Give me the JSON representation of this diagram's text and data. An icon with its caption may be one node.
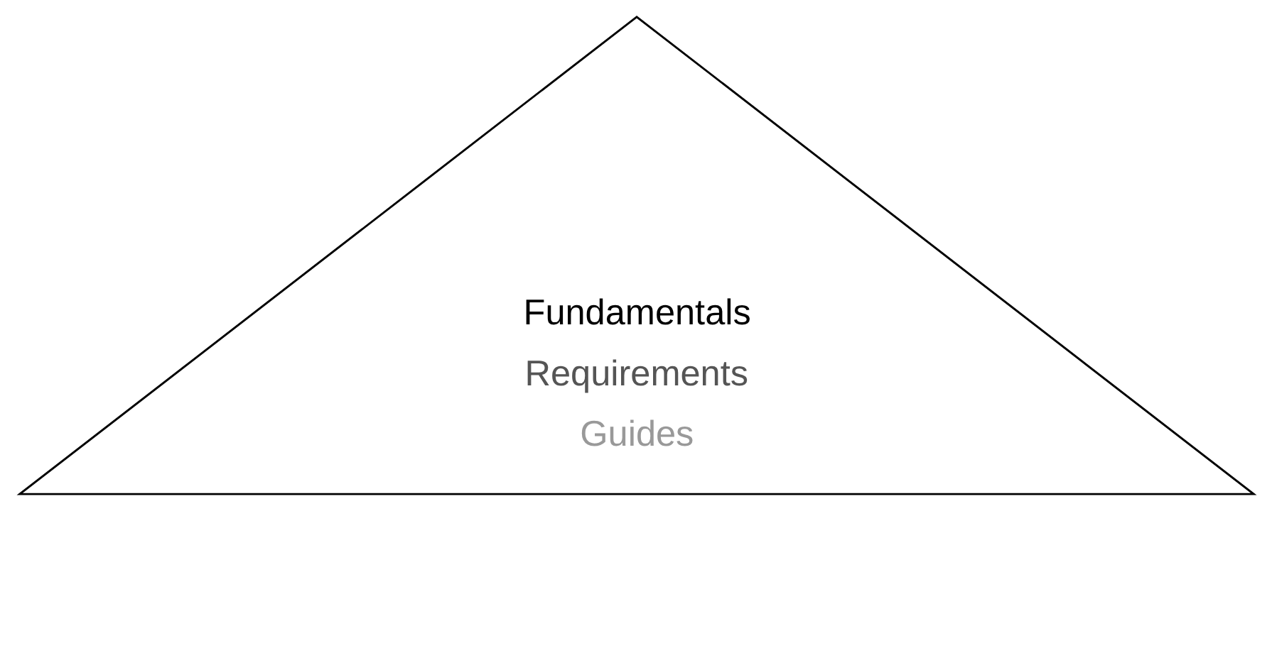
{
  "diagram": {
    "nodes": [
      {
        "text": [
          "Fundamentals",
          "Requirements",
          "Guides"
        ]
      }
    ]
  }
}
